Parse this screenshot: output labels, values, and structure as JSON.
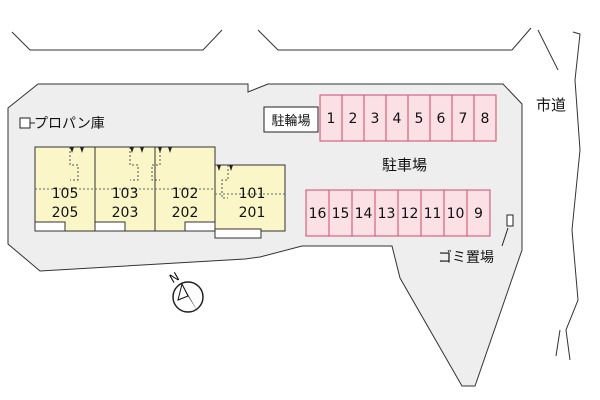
{
  "legend": {
    "propane_label": "プロパン庫"
  },
  "parking": {
    "title": "駐車場",
    "top_row": [
      "1",
      "2",
      "3",
      "4",
      "5",
      "6",
      "7",
      "8"
    ],
    "bottom_row": [
      "16",
      "15",
      "14",
      "13",
      "12",
      "11",
      "10",
      "9"
    ]
  },
  "labels": {
    "bike_parking": "駐輪場",
    "city_road": "市道",
    "garbage": "ゴミ置場",
    "north": "N"
  },
  "buildings": [
    {
      "upper": "105",
      "lower": "205"
    },
    {
      "upper": "103",
      "lower": "203"
    },
    {
      "upper": "102",
      "lower": "202"
    },
    {
      "upper": "101",
      "lower": "201"
    }
  ],
  "colors": {
    "lot_fill": "#eeeeee",
    "building_fill": "#fbf6c7",
    "parking_fill": "#fbe0e6",
    "parking_stroke": "#d04a6a"
  }
}
